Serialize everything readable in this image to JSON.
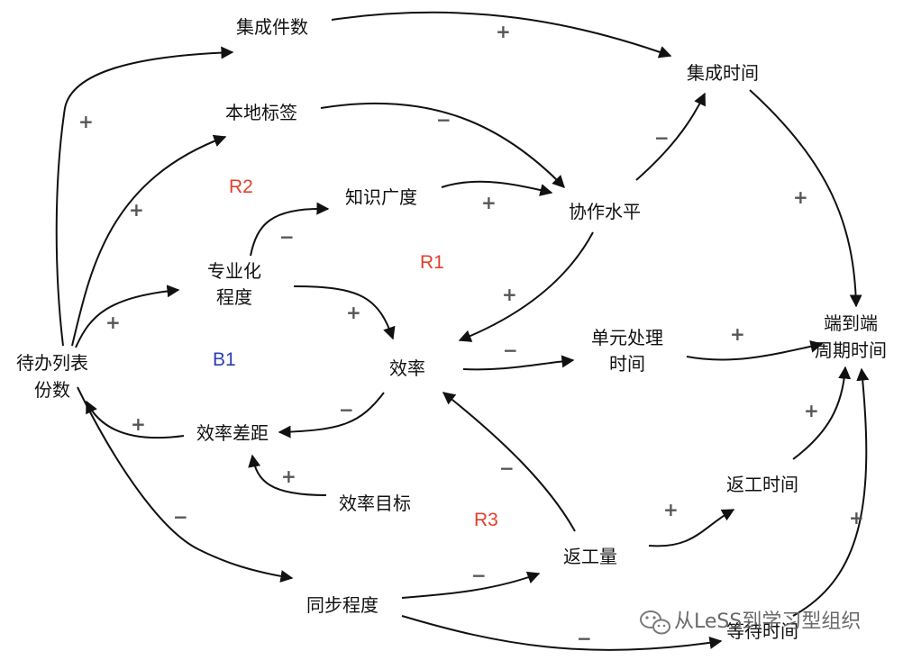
{
  "nodes": {
    "integration_count": "集成件数",
    "integration_time": "集成时间",
    "local_tags": "本地标签",
    "knowledge_breadth": "知识广度",
    "collaboration_level": "协作水平",
    "specialization_line1": "专业化",
    "specialization_line2": "程度",
    "efficiency": "效率",
    "unit_time_line1": "单元处理",
    "unit_time_line2": "时间",
    "e2e_line1": "端到端",
    "e2e_line2": "周期时间",
    "backlog_line1": "待办列表",
    "backlog_line2": "份数",
    "efficiency_gap": "效率差距",
    "efficiency_target": "效率目标",
    "rework_time": "返工时间",
    "rework_amount": "返工量",
    "sync_level": "同步程度",
    "wait_time": "等待时间"
  },
  "loops": {
    "r2": {
      "label": "R2",
      "color": "#e0402c"
    },
    "r1": {
      "label": "R1",
      "color": "#e0402c"
    },
    "b1": {
      "label": "B1",
      "color": "#2b3fb5"
    },
    "r3": {
      "label": "R3",
      "color": "#e0402c"
    }
  },
  "signs": {
    "plus": "+",
    "minus": "−"
  },
  "watermark": {
    "icon": "wechat-icon",
    "text": "从LeSS到学习型组织"
  }
}
